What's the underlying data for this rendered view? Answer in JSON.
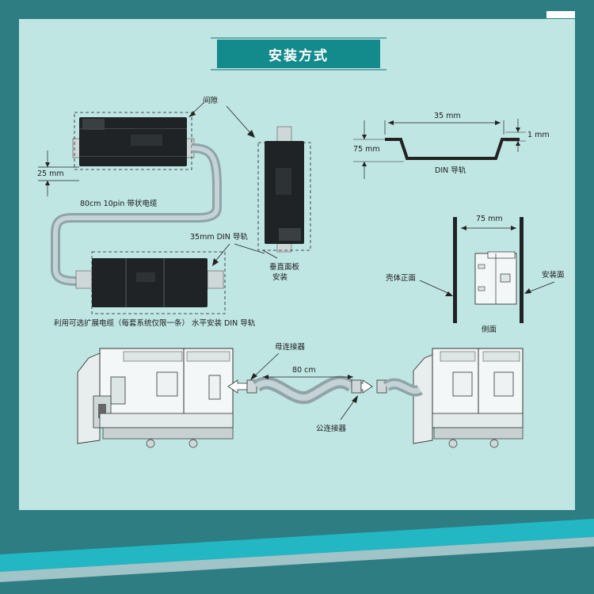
{
  "title": "安装方式",
  "labels": {
    "gap": "间隙",
    "height_25mm": "25 mm",
    "ribbon_cable": "80cm 10pin 带状电缆",
    "din_rail_35mm": "35mm DIN 导轨",
    "vertical_panel_line1": "垂直面板",
    "vertical_panel_line2": "安装",
    "horizontal_caption": "利用可选扩展电缆（每套系统仅限一条） 水平安装 DIN 导轨",
    "rail_width": "35 mm",
    "rail_height": "75 mm",
    "rail_thickness": "1 mm",
    "din_rail": "DIN 导轨",
    "side_width": "75 mm",
    "shell_front": "壳体正面",
    "mounting_face": "安装面",
    "side_view": "侧面",
    "female_connector": "母连接器",
    "cable_length": "80 cm",
    "male_connector": "公连接器"
  },
  "colors": {
    "background": "#2e7d83",
    "panel": "#bfe6e3",
    "title_band": "#138b8c",
    "accent_stripe": "#22b7c2",
    "module": "#1f2325"
  }
}
